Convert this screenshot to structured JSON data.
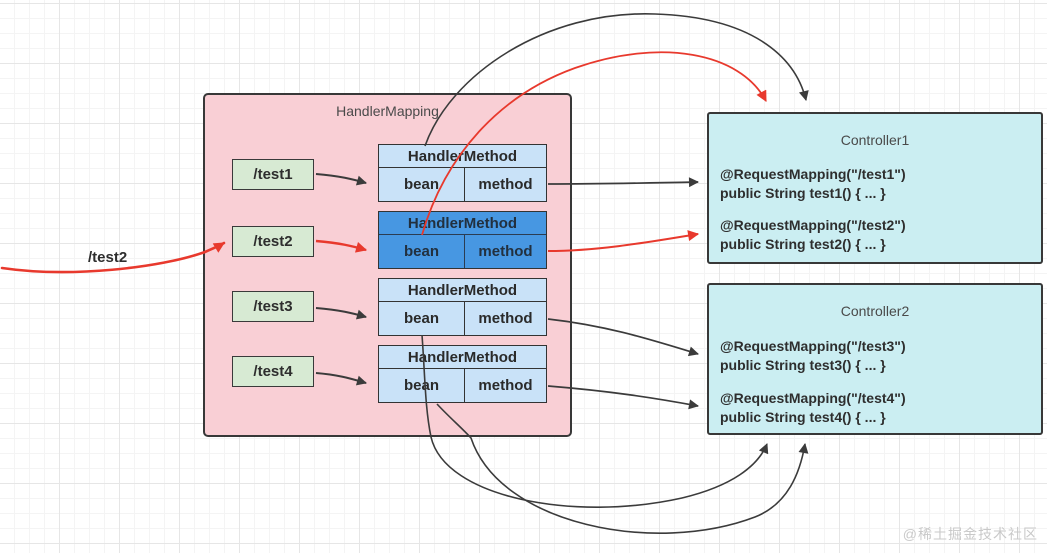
{
  "diagram": {
    "request_label": "/test2",
    "watermark": "@稀土掘金技术社区",
    "mapping": {
      "title": "HandlerMapping",
      "routes": [
        "/test1",
        "/test2",
        "/test3",
        "/test4"
      ],
      "tables": [
        {
          "title": "HandlerMethod",
          "bean": "bean",
          "method": "method",
          "highlighted": false
        },
        {
          "title": "HandlerMethod",
          "bean": "bean",
          "method": "method",
          "highlighted": true
        },
        {
          "title": "HandlerMethod",
          "bean": "bean",
          "method": "method",
          "highlighted": false
        },
        {
          "title": "HandlerMethod",
          "bean": "bean",
          "method": "method",
          "highlighted": false
        }
      ]
    },
    "controllers": [
      {
        "title": "Controller1",
        "methods": [
          {
            "annotation": "@RequestMapping(\"/test1\")",
            "body": "public String test1() { ... }"
          },
          {
            "annotation": "@RequestMapping(\"/test2\")",
            "body": "public String test2() { ... }"
          }
        ]
      },
      {
        "title": "Controller2",
        "methods": [
          {
            "annotation": "@RequestMapping(\"/test3\")",
            "body": "public String test3() { ... }"
          },
          {
            "annotation": "@RequestMapping(\"/test4\")",
            "body": "public String test4() { ... }"
          }
        ]
      }
    ],
    "colors": {
      "highlight_red": "#e8392d",
      "connector_black": "#3b3b3b",
      "mapping_fill": "#f9cfd5",
      "route_fill": "#d7ead3",
      "handler_fill": "#c9e2f8",
      "handler_highlight_fill": "#4797e2",
      "controller_fill": "#cbeef2"
    }
  }
}
